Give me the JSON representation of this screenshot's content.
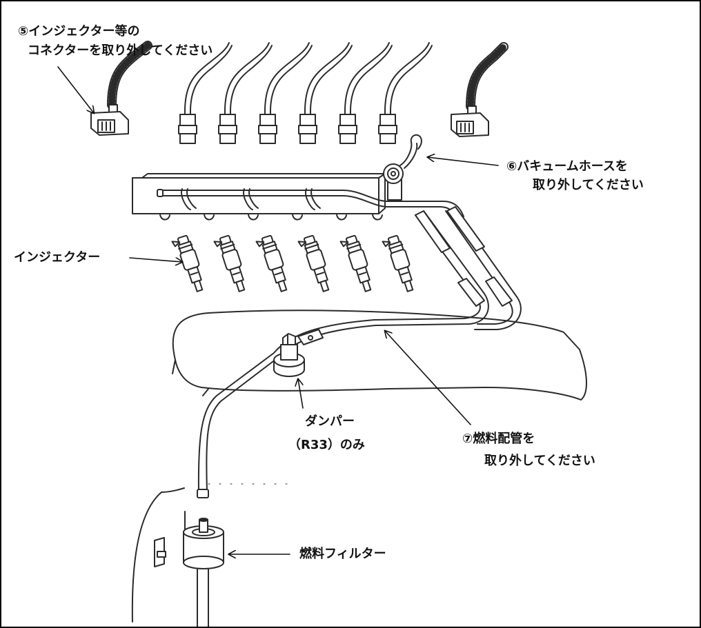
{
  "labels": {
    "connector_line1": "⑤インジェクター等の",
    "connector_line2": "コネクターを取り外してください",
    "vacuum_line1": "⑥バキュームホースを",
    "vacuum_line2": "取り外してください",
    "injector": "インジェクター",
    "damper_line1": "ダンパー",
    "damper_line2": "（R33）のみ",
    "fuel_pipe_line1": "⑦燃料配管を",
    "fuel_pipe_line2": "取り外してください",
    "fuel_filter": "燃料フィルター"
  },
  "colors": {
    "line": "#2a2a2a",
    "text": "#111111",
    "background": "#ffffff"
  }
}
